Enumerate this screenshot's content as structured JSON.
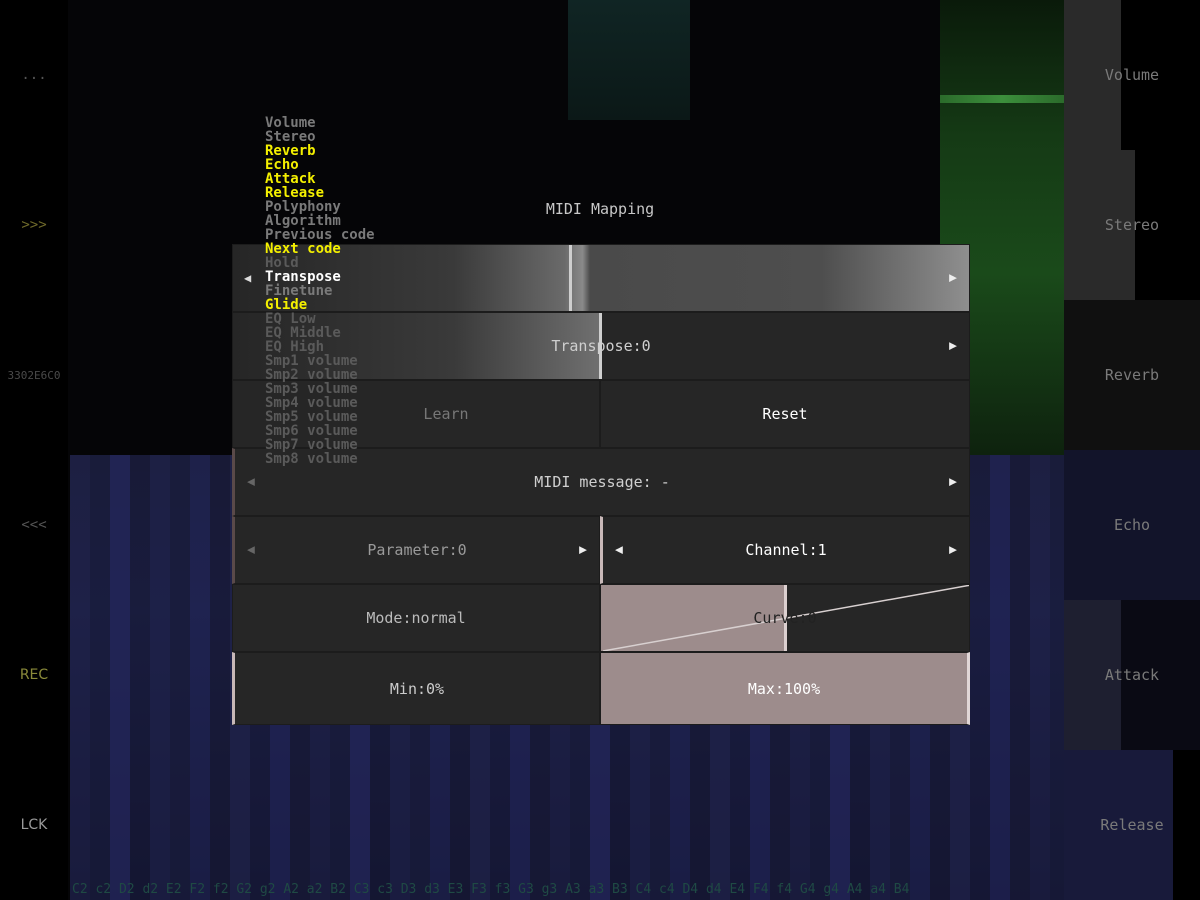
{
  "left_bar": {
    "buttons": [
      "...",
      ">>>",
      "3302E6C0",
      "<<<",
      "REC",
      "LCK"
    ]
  },
  "right_bar": {
    "buttons": [
      {
        "label": "Volume",
        "level": 0.42
      },
      {
        "label": "Stereo",
        "level": 0.52
      },
      {
        "label": "Reverb",
        "level": 0.0
      },
      {
        "label": "Echo",
        "level": 0.0
      },
      {
        "label": "Attack",
        "level": 0.42
      },
      {
        "label": "Release",
        "level": 0.8
      }
    ]
  },
  "dialog": {
    "title": "MIDI Mapping",
    "parameter_list": [
      {
        "label": "Volume",
        "state": "normal"
      },
      {
        "label": "Stereo",
        "state": "normal"
      },
      {
        "label": "Reverb",
        "state": "highlight"
      },
      {
        "label": "Echo",
        "state": "highlight"
      },
      {
        "label": "Attack",
        "state": "highlight"
      },
      {
        "label": "Release",
        "state": "highlight"
      },
      {
        "label": "Polyphony",
        "state": "normal"
      },
      {
        "label": "Algorithm",
        "state": "normal"
      },
      {
        "label": "Previous code",
        "state": "normal"
      },
      {
        "label": "Next code",
        "state": "highlight"
      },
      {
        "label": "Hold",
        "state": "dim"
      },
      {
        "label": "Transpose",
        "state": "selected"
      },
      {
        "label": "Finetune",
        "state": "normal"
      },
      {
        "label": "Glide",
        "state": "highlight"
      },
      {
        "label": "EQ Low",
        "state": "dim"
      },
      {
        "label": "EQ Middle",
        "state": "dim"
      },
      {
        "label": "EQ High",
        "state": "dim"
      },
      {
        "label": "Smp1 volume",
        "state": "dim"
      },
      {
        "label": "Smp2 volume",
        "state": "dim"
      },
      {
        "label": "Smp3 volume",
        "state": "dim"
      },
      {
        "label": "Smp4 volume",
        "state": "dim"
      },
      {
        "label": "Smp5 volume",
        "state": "dim"
      },
      {
        "label": "Smp6 volume",
        "state": "dim"
      },
      {
        "label": "Smp7 volume",
        "state": "dim"
      },
      {
        "label": "Smp8 volume",
        "state": "dim"
      }
    ],
    "transpose_label": "Transpose:0",
    "learn_label": "Learn",
    "reset_label": "Reset",
    "midi_message_label": "MIDI message: -",
    "parameter_label": "Parameter:0",
    "channel_label": "Channel:1",
    "mode_label": "Mode:normal",
    "curve_label": "Curve:0",
    "min_label": "Min:0%",
    "max_label": "Max:100%",
    "min_value": 0,
    "max_value": 100
  },
  "keyboard_notes": "C2 c2 D2 d2 E2 F2 f2 G2 g2 A2 a2 B2 C3 c3 D3 d3 E3 F3 f3 G3 g3 A3 a3 B3 C4 c4 D4 d4 E4 F4 f4 G4 g4 A4 a4 B4",
  "colors": {
    "highlight": "#f4f000",
    "slider_fill": "#9d8c8c",
    "cell_bg": "#262626"
  }
}
